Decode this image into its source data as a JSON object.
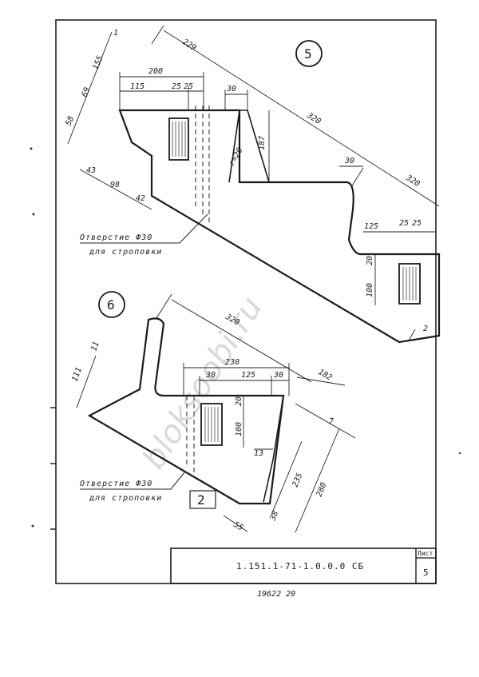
{
  "watermark": "bloksoobi.ru",
  "detail5": {
    "number": "5",
    "hole_label": "Отверстие Ф30",
    "hole_sublabel": "для строповки",
    "dims": {
      "d229": "229",
      "d200": "200",
      "d115": "115",
      "d25a": "25",
      "d25b": "25",
      "d30a": "30",
      "d320": "320",
      "d155": "155",
      "d69": "69",
      "d58": "58",
      "d187": "187",
      "r20": "r=20",
      "d43": "43",
      "d98": "98",
      "d42": "42",
      "d30b": "30",
      "d320b": "320",
      "d125": "125",
      "d25c": "25",
      "d25d": "25",
      "d20": "20",
      "d100": "100",
      "d2": "2",
      "d1": "1"
    }
  },
  "detail6": {
    "number": "6",
    "hole_label": "Отверстие Ф30",
    "hole_sublabel": "для строповки",
    "callout": "2",
    "dims": {
      "d320": "320",
      "d230": "230",
      "d30a": "30",
      "d125": "125",
      "d30b": "30",
      "d182": "182",
      "d111": "111",
      "d11": "11",
      "d20": "20",
      "d100": "100",
      "d13": "13",
      "d235": "235",
      "d280": "280",
      "d38": "38",
      "d55": "55",
      "d7": "7"
    }
  },
  "title_block": {
    "code": "1.151.1-71-1.0.0.0 СБ",
    "sheet_label": "Лист",
    "sheet_number": "5"
  },
  "footer": {
    "stamp": "19622 20"
  }
}
